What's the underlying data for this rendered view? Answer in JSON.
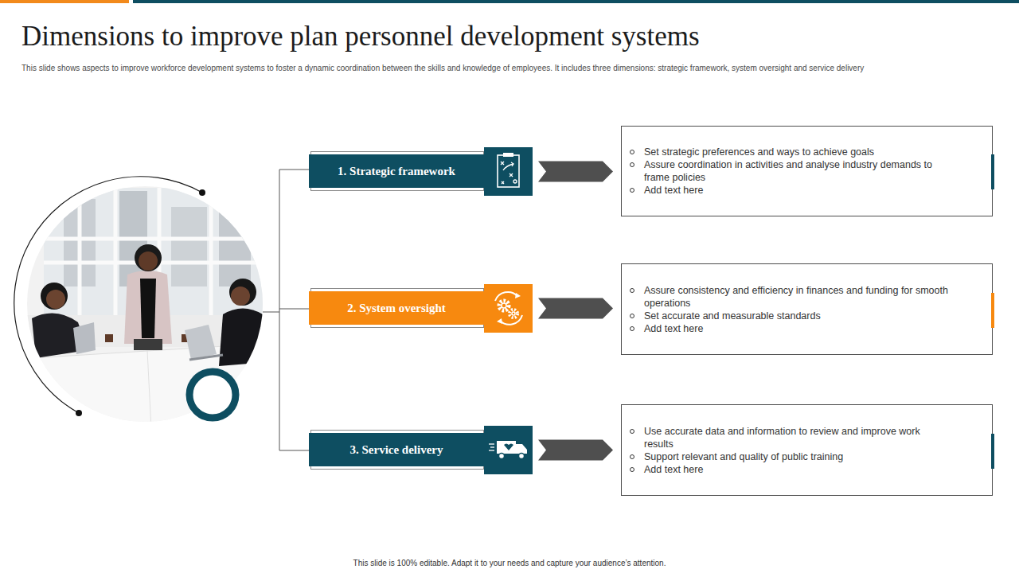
{
  "diagram": {
    "title": "Dimensions to improve plan personnel development systems",
    "caption": "This slide shows aspects to improve workforce development systems to foster a dynamic coordination between the skills and knowledge of employees. It includes three dimensions: strategic framework, system oversight and service delivery",
    "nodes": [
      {
        "text": [
          "1. Strategic framework"
        ]
      },
      {
        "text": [
          "Set strategic preferences and ways to achieve goals",
          "Assure coordination in activities and analyse industry demands to frame policies",
          "Add text here"
        ]
      },
      {
        "text": [
          "2. System oversight"
        ]
      },
      {
        "text": [
          "Assure consistency and efficiency in finances and funding for smooth operations",
          "Set accurate and measurable standards",
          "Add text here"
        ]
      },
      {
        "text": [
          "3. Service delivery"
        ]
      },
      {
        "text": [
          "Use accurate data and information to review and improve work results",
          "Support relevant and quality of public training",
          "Add text here"
        ]
      }
    ],
    "edges": [
      {
        "from": 0,
        "to": 1,
        "arrow": "to"
      },
      {
        "from": 2,
        "to": 3,
        "arrow": "to"
      },
      {
        "from": 4,
        "to": 5,
        "arrow": "to"
      }
    ],
    "labels": [
      "This slide is 100% editable. Adapt it to your needs and capture your audience’s attention."
    ]
  }
}
